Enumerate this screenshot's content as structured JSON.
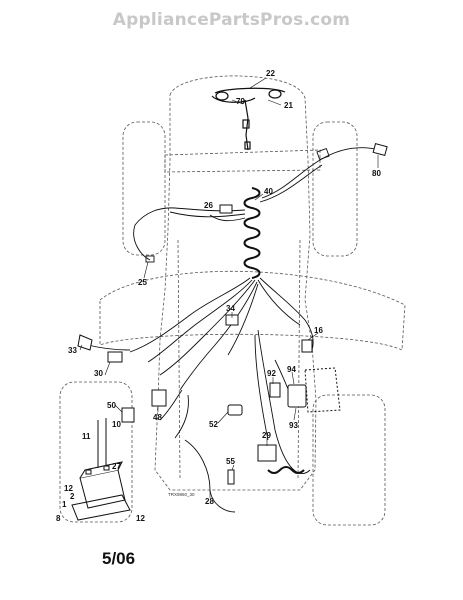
{
  "watermark": {
    "text": "AppliancePartsPros.com"
  },
  "diagram": {
    "footer_date": "5/06",
    "part_numbers": {
      "p22": "22",
      "p79": "79",
      "p21": "21",
      "p80": "80",
      "p40": "40",
      "p26": "26",
      "p25": "25",
      "p34": "34",
      "p16": "16",
      "p33": "33",
      "p30": "30",
      "p92": "92",
      "p94": "94",
      "p93": "93",
      "p50": "50",
      "p48": "48",
      "p52": "52",
      "p10": "10",
      "p11": "11",
      "p27": "27",
      "p12a": "12",
      "p2": "2",
      "p1": "1",
      "p29": "29",
      "p55": "55",
      "p28": "28",
      "p8": "8",
      "p12b": "12"
    },
    "part_number_small": "TRX9860_30"
  },
  "colors": {
    "line": "#111111",
    "outline": "#555555",
    "watermark": "#c8c8c8"
  }
}
